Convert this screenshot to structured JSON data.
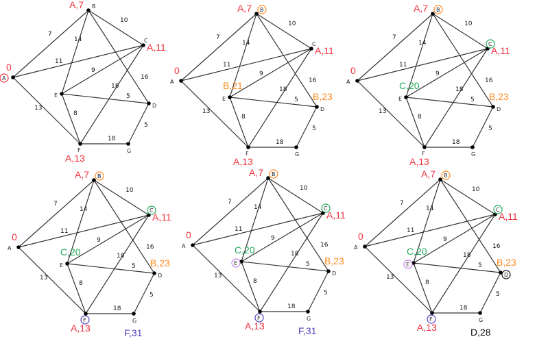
{
  "title": "Dijkstra shortest path steps",
  "colors": {
    "red": "#f0303c",
    "orange": "#ff8a1e",
    "green": "#20aa5a",
    "purple": "#5040c0",
    "lilac": "#c080e0",
    "black": "#111111"
  },
  "nodes": [
    "A",
    "B",
    "C",
    "D",
    "E",
    "F",
    "G"
  ],
  "edges": [
    {
      "from": "A",
      "to": "B",
      "weight": "7"
    },
    {
      "from": "A",
      "to": "C",
      "weight": "11"
    },
    {
      "from": "A",
      "to": "F",
      "weight": "13"
    },
    {
      "from": "B",
      "to": "C",
      "weight": "10"
    },
    {
      "from": "B",
      "to": "E",
      "weight": "14"
    },
    {
      "from": "B",
      "to": "D",
      "weight": "16"
    },
    {
      "from": "C",
      "to": "E",
      "weight": "9"
    },
    {
      "from": "C",
      "to": "F",
      "weight": "18"
    },
    {
      "from": "E",
      "to": "D",
      "weight": "5"
    },
    {
      "from": "E",
      "to": "F",
      "weight": "8"
    },
    {
      "from": "F",
      "to": "G",
      "weight": "18"
    },
    {
      "from": "G",
      "to": "D",
      "weight": "5"
    }
  ],
  "panels": [
    {
      "visited": [
        {
          "node": "A",
          "color": "red"
        }
      ],
      "labels": [
        {
          "node": "A",
          "text": "0",
          "color": "red"
        },
        {
          "node": "B",
          "text": "A,7",
          "color": "red"
        },
        {
          "node": "C",
          "text": "A,11",
          "color": "red"
        },
        {
          "node": "F",
          "text": "A,13",
          "color": "red"
        }
      ]
    },
    {
      "visited": [
        {
          "node": "B",
          "color": "orange"
        }
      ],
      "labels": [
        {
          "node": "A",
          "text": "0",
          "color": "red"
        },
        {
          "node": "B",
          "text": "A,7",
          "color": "red"
        },
        {
          "node": "C",
          "text": "A,11",
          "color": "red"
        },
        {
          "node": "F",
          "text": "A,13",
          "color": "red"
        },
        {
          "node": "E",
          "text": "B,21",
          "color": "orange"
        },
        {
          "node": "D",
          "text": "B,23",
          "color": "orange"
        }
      ]
    },
    {
      "visited": [
        {
          "node": "B",
          "color": "orange"
        },
        {
          "node": "C",
          "color": "green"
        }
      ],
      "labels": [
        {
          "node": "A",
          "text": "0",
          "color": "red"
        },
        {
          "node": "B",
          "text": "A,7",
          "color": "red"
        },
        {
          "node": "C",
          "text": "A,11",
          "color": "red"
        },
        {
          "node": "F",
          "text": "A,13",
          "color": "red"
        },
        {
          "node": "E",
          "text": "C,20",
          "color": "green"
        },
        {
          "node": "D",
          "text": "B,23",
          "color": "orange"
        }
      ]
    },
    {
      "visited": [
        {
          "node": "B",
          "color": "orange"
        },
        {
          "node": "C",
          "color": "green"
        },
        {
          "node": "F",
          "color": "purple"
        }
      ],
      "labels": [
        {
          "node": "A",
          "text": "0",
          "color": "red"
        },
        {
          "node": "B",
          "text": "A,7",
          "color": "red"
        },
        {
          "node": "C",
          "text": "A,11",
          "color": "red"
        },
        {
          "node": "F",
          "text": "A,13",
          "color": "red"
        },
        {
          "node": "E",
          "text": "C,20",
          "color": "green"
        },
        {
          "node": "D",
          "text": "B,23",
          "color": "orange"
        },
        {
          "node": "G",
          "text": "F,31",
          "color": "purple"
        }
      ]
    },
    {
      "visited": [
        {
          "node": "B",
          "color": "orange"
        },
        {
          "node": "C",
          "color": "green"
        },
        {
          "node": "F",
          "color": "purple"
        },
        {
          "node": "E",
          "color": "lilac"
        }
      ],
      "labels": [
        {
          "node": "A",
          "text": "0",
          "color": "red"
        },
        {
          "node": "B",
          "text": "A,7",
          "color": "red"
        },
        {
          "node": "C",
          "text": "A,11",
          "color": "red"
        },
        {
          "node": "F",
          "text": "A,13",
          "color": "red"
        },
        {
          "node": "E",
          "text": "C,20",
          "color": "green"
        },
        {
          "node": "D",
          "text": "B,23",
          "color": "orange"
        },
        {
          "node": "G",
          "text": "F,31",
          "color": "purple"
        }
      ]
    },
    {
      "visited": [
        {
          "node": "B",
          "color": "orange"
        },
        {
          "node": "C",
          "color": "green"
        },
        {
          "node": "F",
          "color": "purple"
        },
        {
          "node": "E",
          "color": "lilac"
        },
        {
          "node": "D",
          "color": "black"
        }
      ],
      "labels": [
        {
          "node": "A",
          "text": "0",
          "color": "red"
        },
        {
          "node": "B",
          "text": "A,7",
          "color": "red"
        },
        {
          "node": "C",
          "text": "A,11",
          "color": "red"
        },
        {
          "node": "F",
          "text": "A,13",
          "color": "red"
        },
        {
          "node": "E",
          "text": "C,20",
          "color": "green"
        },
        {
          "node": "D",
          "text": "B,23",
          "color": "orange"
        },
        {
          "node": "G",
          "text": "D,28",
          "color": "black"
        }
      ]
    }
  ]
}
